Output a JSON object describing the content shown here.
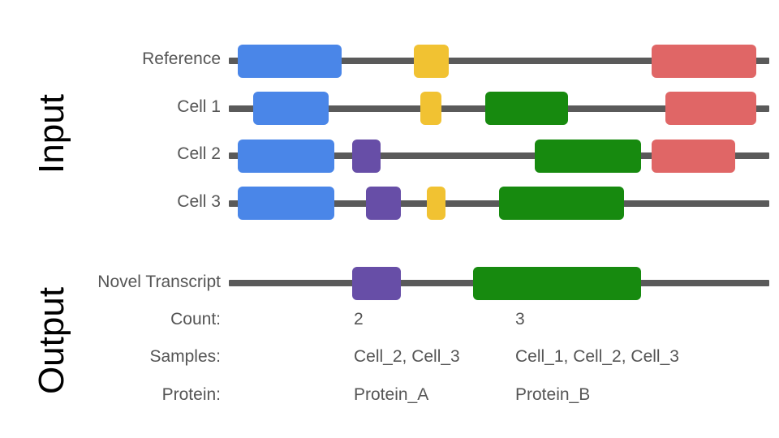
{
  "sections": {
    "input": "Input",
    "output": "Output"
  },
  "colors": {
    "blue": "#4a86e8",
    "yellow": "#f1c232",
    "green": "#178a0f",
    "purple": "#674ea7",
    "red": "#e06666",
    "track": "#5a5a5a"
  },
  "rows": [
    {
      "label": "Reference"
    },
    {
      "label": "Cell 1"
    },
    {
      "label": "Cell 2"
    },
    {
      "label": "Cell 3"
    },
    {
      "label": "Novel Transcript"
    }
  ],
  "meta": {
    "count_label": "Count:",
    "samples_label": "Samples:",
    "protein_label": "Protein:",
    "transcripts": [
      {
        "count": "2",
        "samples": "Cell_2, Cell_3",
        "protein": "Protein_A"
      },
      {
        "count": "3",
        "samples": "Cell_1, Cell_2, Cell_3",
        "protein": "Protein_B"
      }
    ]
  }
}
